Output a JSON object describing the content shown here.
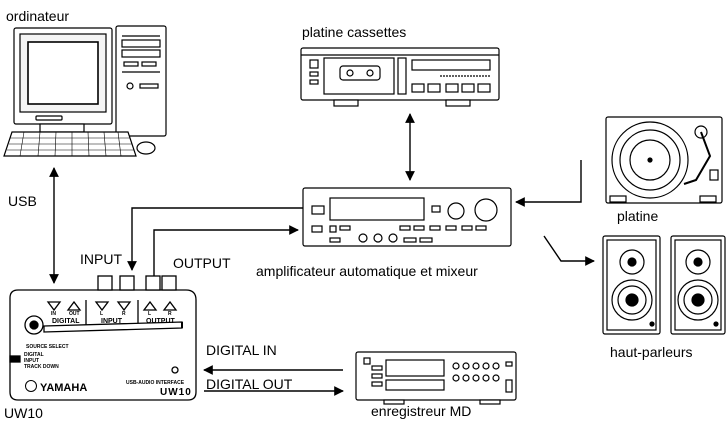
{
  "labels": {
    "computer": "ordinateur",
    "cassette_deck": "platine cassettes",
    "turntable": "platine",
    "amplifier": "amplificateur automatique et mixeur",
    "speakers": "haut-parleurs",
    "md_recorder": "enregistreur MD",
    "uw10": "UW10"
  },
  "connections": {
    "usb": "USB",
    "input": "INPUT",
    "output": "OUTPUT",
    "digital_in": "DIGITAL IN",
    "digital_out": "DIGITAL OUT"
  },
  "uw10_panel": {
    "in": "IN",
    "out": "OUT",
    "digital": "DIGITAL",
    "l_input": "L",
    "r_input": "R",
    "input": "INPUT",
    "l_output": "L",
    "r_output": "R",
    "output": "OUTPUT",
    "source_select": "SOURCE SELECT",
    "src_digital": "DIGITAL",
    "src_input": "INPUT",
    "src_trackdown": "TRACK DOWN",
    "brand": "YAMAHA",
    "iface": "USB-AUDIO INTERFACE",
    "model": "UW10"
  }
}
